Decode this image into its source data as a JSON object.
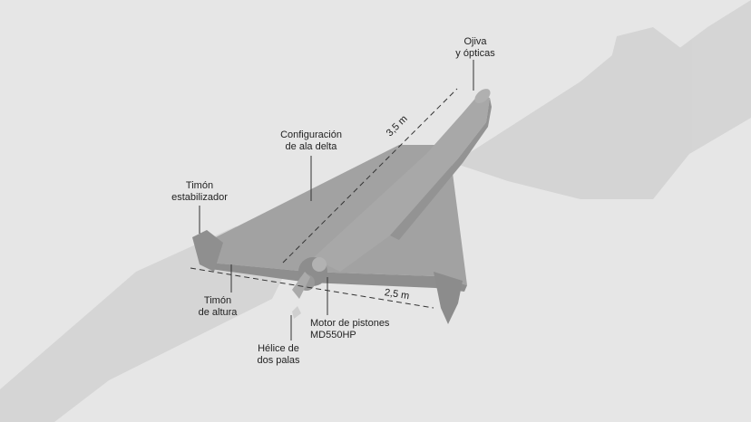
{
  "callouts": {
    "nose": {
      "line1": "Ojiva",
      "line2": "y ópticas"
    },
    "wing": {
      "line1": "Configuración",
      "line2": "de ala delta"
    },
    "stabilizer": {
      "line1": "Timón",
      "line2": "estabilizador"
    },
    "elevator": {
      "line1": "Timón",
      "line2": "de altura"
    },
    "engine": {
      "line1": "Motor de pistones",
      "line2": "MD550HP"
    },
    "propeller": {
      "line1": "Hélice de",
      "line2": "dos palas"
    }
  },
  "dimensions": {
    "length": "3,5 m",
    "wingspan": "2,5 m"
  },
  "colors": {
    "background": "#e6e6e6",
    "drone_body": "#9e9e9e",
    "drone_shadow": "#8a8a8a",
    "ghost": "#d2d2d2",
    "line": "#333333"
  }
}
